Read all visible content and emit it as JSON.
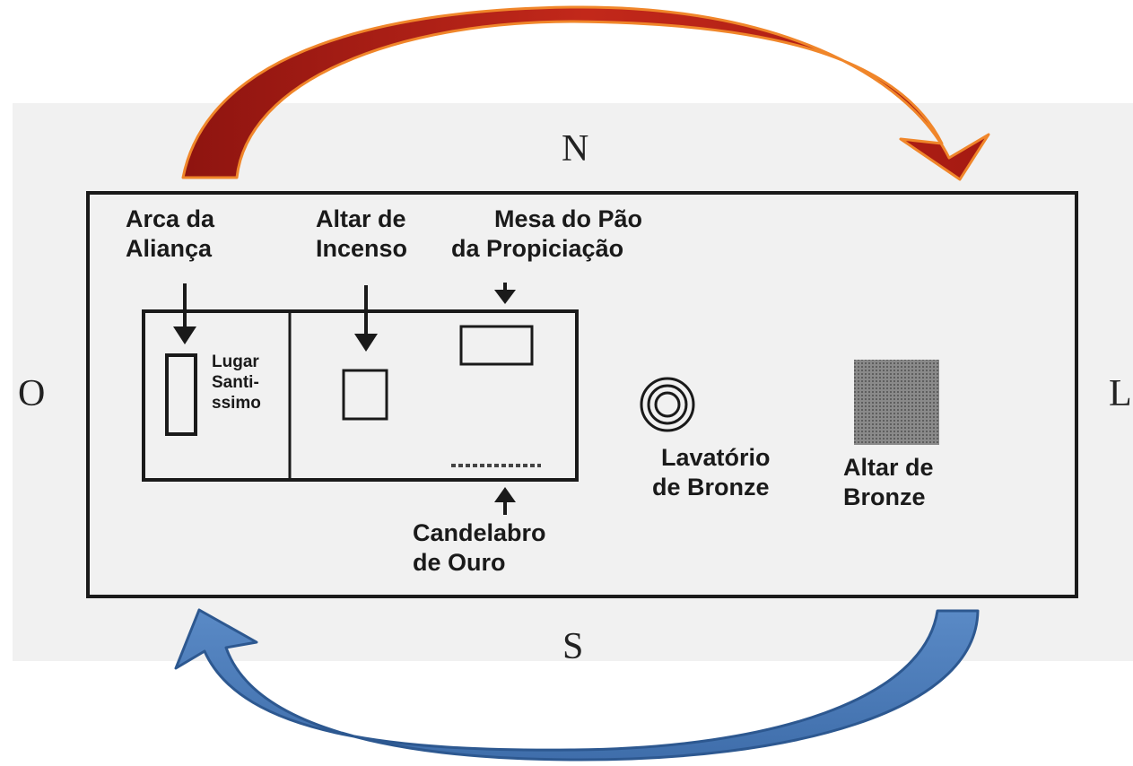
{
  "compass": {
    "north": "N",
    "south": "S",
    "west": "O",
    "east": "L"
  },
  "labels": {
    "arca": [
      "Arca da",
      "Aliança"
    ],
    "altar_incenso": [
      "Altar de",
      "Incenso"
    ],
    "mesa": [
      "Mesa do Pão",
      "da Propiciação"
    ],
    "lugar_santissimo": [
      "Lugar",
      "Santi-",
      "ssimo"
    ],
    "lavatorio": [
      "Lavatório",
      "de Bronze"
    ],
    "altar_bronze": [
      "Altar de",
      "Bronze"
    ],
    "candelabro": [
      "Candelabro",
      "de Ouro"
    ]
  },
  "colors": {
    "top_arrow_fill": "#b01c12",
    "top_arrow_outline": "#f0862a",
    "bottom_arrow_fill": "#4a78b5",
    "bottom_arrow_outline": "#2d5890",
    "diagram_ink": "#1a1a1a",
    "panel_background": "#f1f1f1"
  }
}
